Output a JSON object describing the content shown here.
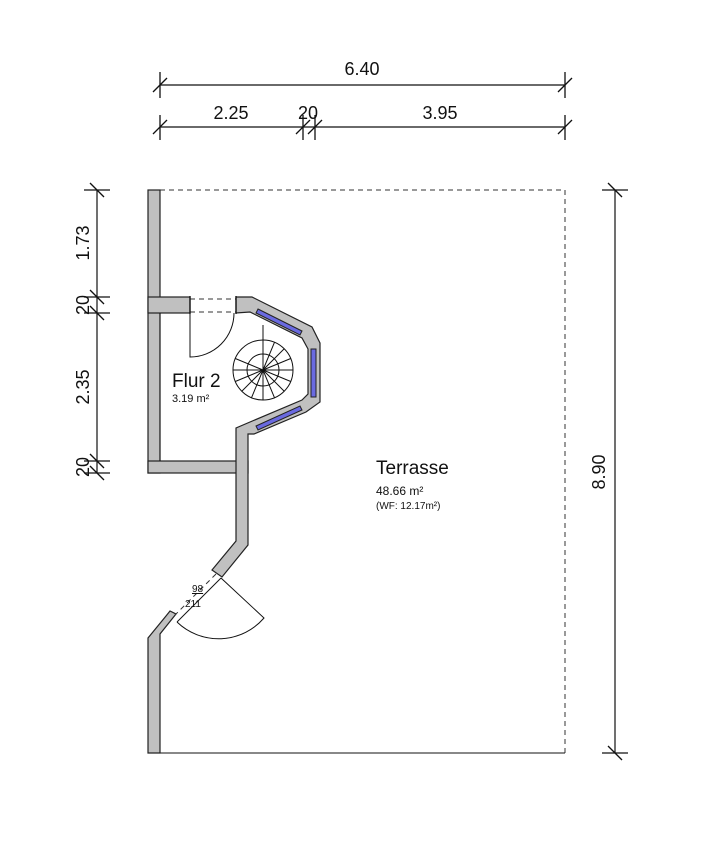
{
  "dimensions": {
    "top_total": "6.40",
    "top_segments": [
      "2.25",
      "20",
      "3.95"
    ],
    "left_segments": [
      "1.73",
      "20",
      "2.35",
      "20"
    ],
    "right_total": "8.90"
  },
  "rooms": {
    "flur": {
      "name": "Flur 2",
      "area": "3.19 m²"
    },
    "terrasse": {
      "name": "Terrasse",
      "area": "48.66 m²",
      "wf": "(WF: 12.17m²)"
    }
  },
  "door": {
    "width": "98",
    "height": "211"
  },
  "colors": {
    "wall": "#c0c0c0",
    "window": "#6a6ae0"
  }
}
